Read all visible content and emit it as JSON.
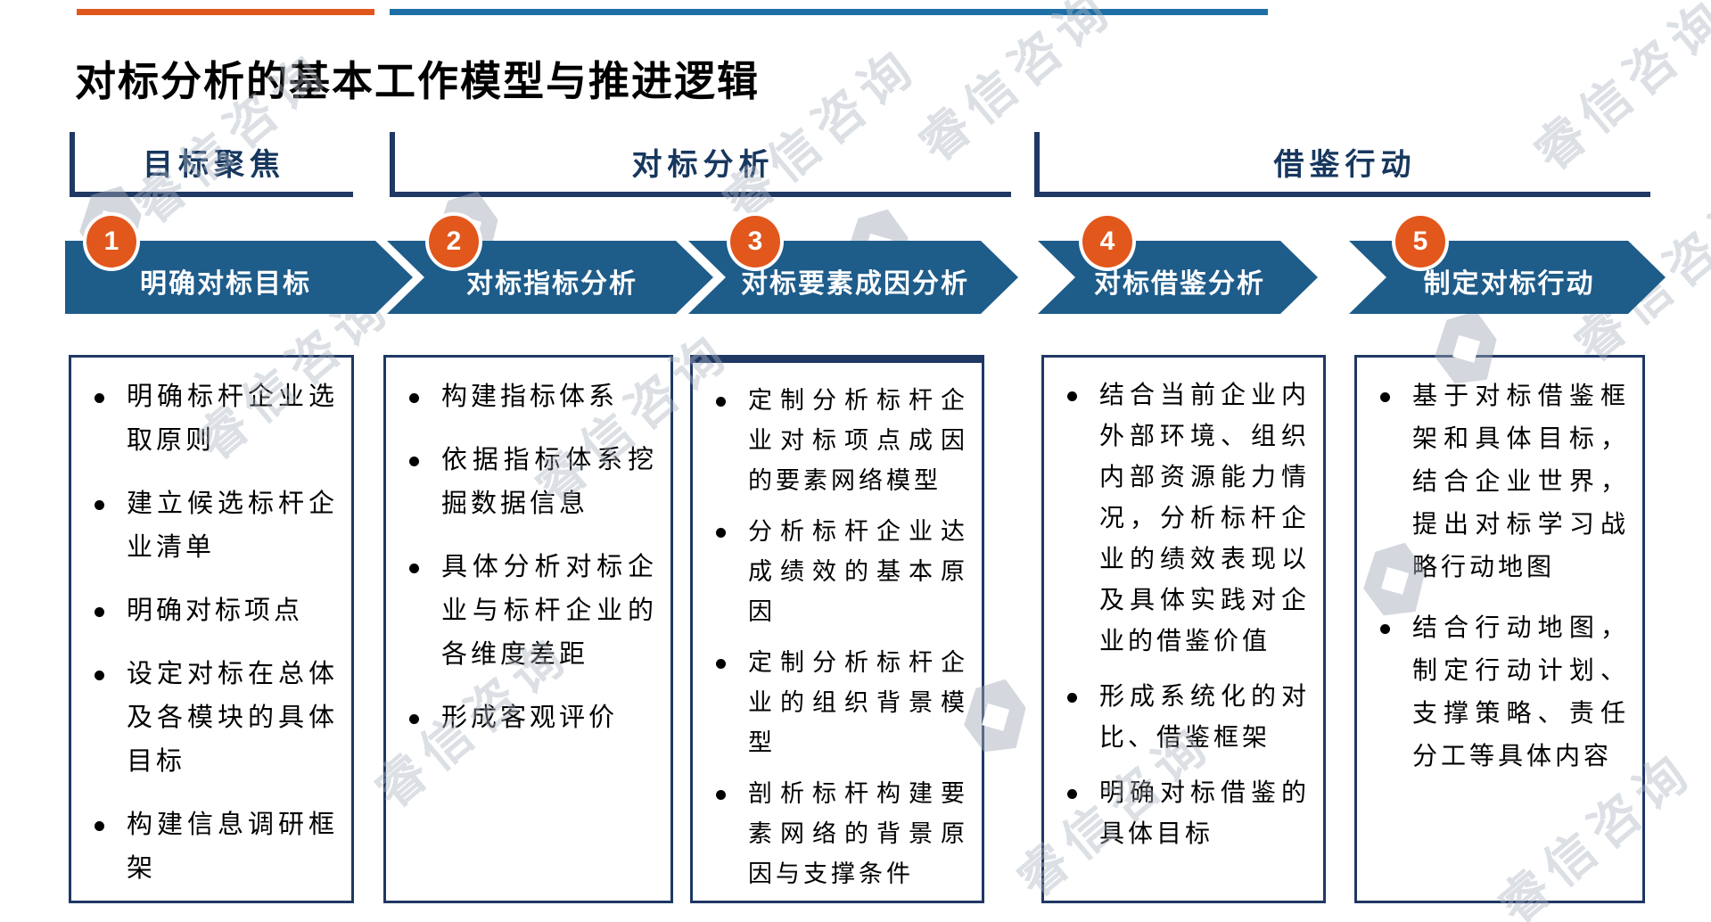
{
  "title": "对标分析的基本工作模型与推进逻辑",
  "watermark": {
    "text": "睿信咨询"
  },
  "phases": [
    {
      "label": "目标聚焦"
    },
    {
      "label": "对标分析"
    },
    {
      "label": "借鉴行动"
    }
  ],
  "steps": [
    {
      "number": "1",
      "label": "明确对标目标",
      "bullets": [
        "明确标杆企业选取原则",
        "建立候选标杆企业清单",
        "明确对标项点",
        "设定对标在总体及各模块的具体目标",
        "构建信息调研框架"
      ]
    },
    {
      "number": "2",
      "label": "对标指标分析",
      "bullets": [
        "构建指标体系",
        "依据指标体系挖掘数据信息",
        "具体分析对标企业与标杆企业的各维度差距",
        "形成客观评价"
      ]
    },
    {
      "number": "3",
      "label": "对标要素成因分析",
      "bullets": [
        "定制分析标杆企业对标项点成因的要素网络模型",
        "分析标杆企业达成绩效的基本原因",
        "定制分析标杆企业的组织背景模型",
        "剖析标杆构建要素网络的背景原因与支撑条件"
      ]
    },
    {
      "number": "4",
      "label": "对标借鉴分析",
      "bullets": [
        "结合当前企业内外部环境、组织内部资源能力情况，分析标杆企业的绩效表现以及具体实践对企业的借鉴价值",
        "形成系统化的对比、借鉴框架",
        "明确对标借鉴的具体目标"
      ]
    },
    {
      "number": "5",
      "label": "制定对标行动",
      "bullets": [
        "基于对标借鉴框架和具体目标，结合企业世界，提出对标学习战略行动地图",
        "结合行动地图，制定行动计划、支撑策略、责任分工等具体内容"
      ]
    }
  ],
  "colors": {
    "accent_orange": "#E2571C",
    "arrow_blue": "#1E5C8A",
    "top_bar_blue": "#1D6FA5",
    "frame_navy": "#1F3864",
    "phase_text": "#17375E"
  }
}
